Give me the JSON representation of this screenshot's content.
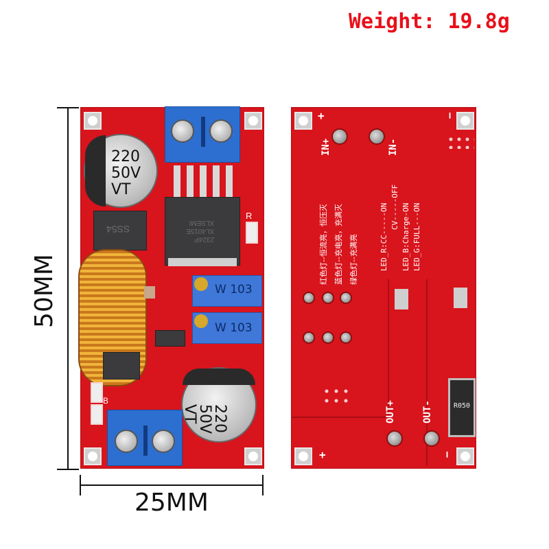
{
  "header": {
    "weight_label": "Weight: 19.8g",
    "weight_color": "#e8101a"
  },
  "dimensions": {
    "height_label": "50MM",
    "width_label": "25MM"
  },
  "front_board": {
    "capacitor_top": {
      "line1": "220",
      "line2": "50V",
      "line3": "VT"
    },
    "capacitor_bottom": {
      "line1": "220",
      "line2": "50V",
      "line3": "VT"
    },
    "diode_label": "SS54",
    "regulator_chip": {
      "line1": "XL4015E",
      "line2": "2324P",
      "line3": "XLSEMI"
    },
    "potentiometer_1": "W 103",
    "potentiometer_2": "W 103",
    "silk_r": "R",
    "silk_b": "B"
  },
  "back_board": {
    "in_plus": "IN+",
    "in_minus": "IN-",
    "plus_top": "+",
    "minus_top": "−",
    "plus_bottom": "+",
    "minus_bottom": "−",
    "out_plus": "OUT+",
    "out_minus": "OUT-",
    "resistor_label": "R050",
    "chinese_notes": [
      "红色灯--恒流亮，恒压灭",
      "蓝色灯--充电亮，充满灭",
      "绿色灯--充满亮"
    ],
    "led_notes": [
      "LED_R:CC-----ON",
      "CV-----OFF",
      "LED_B:Charge-ON",
      "LED_G:FULL---ON"
    ]
  }
}
